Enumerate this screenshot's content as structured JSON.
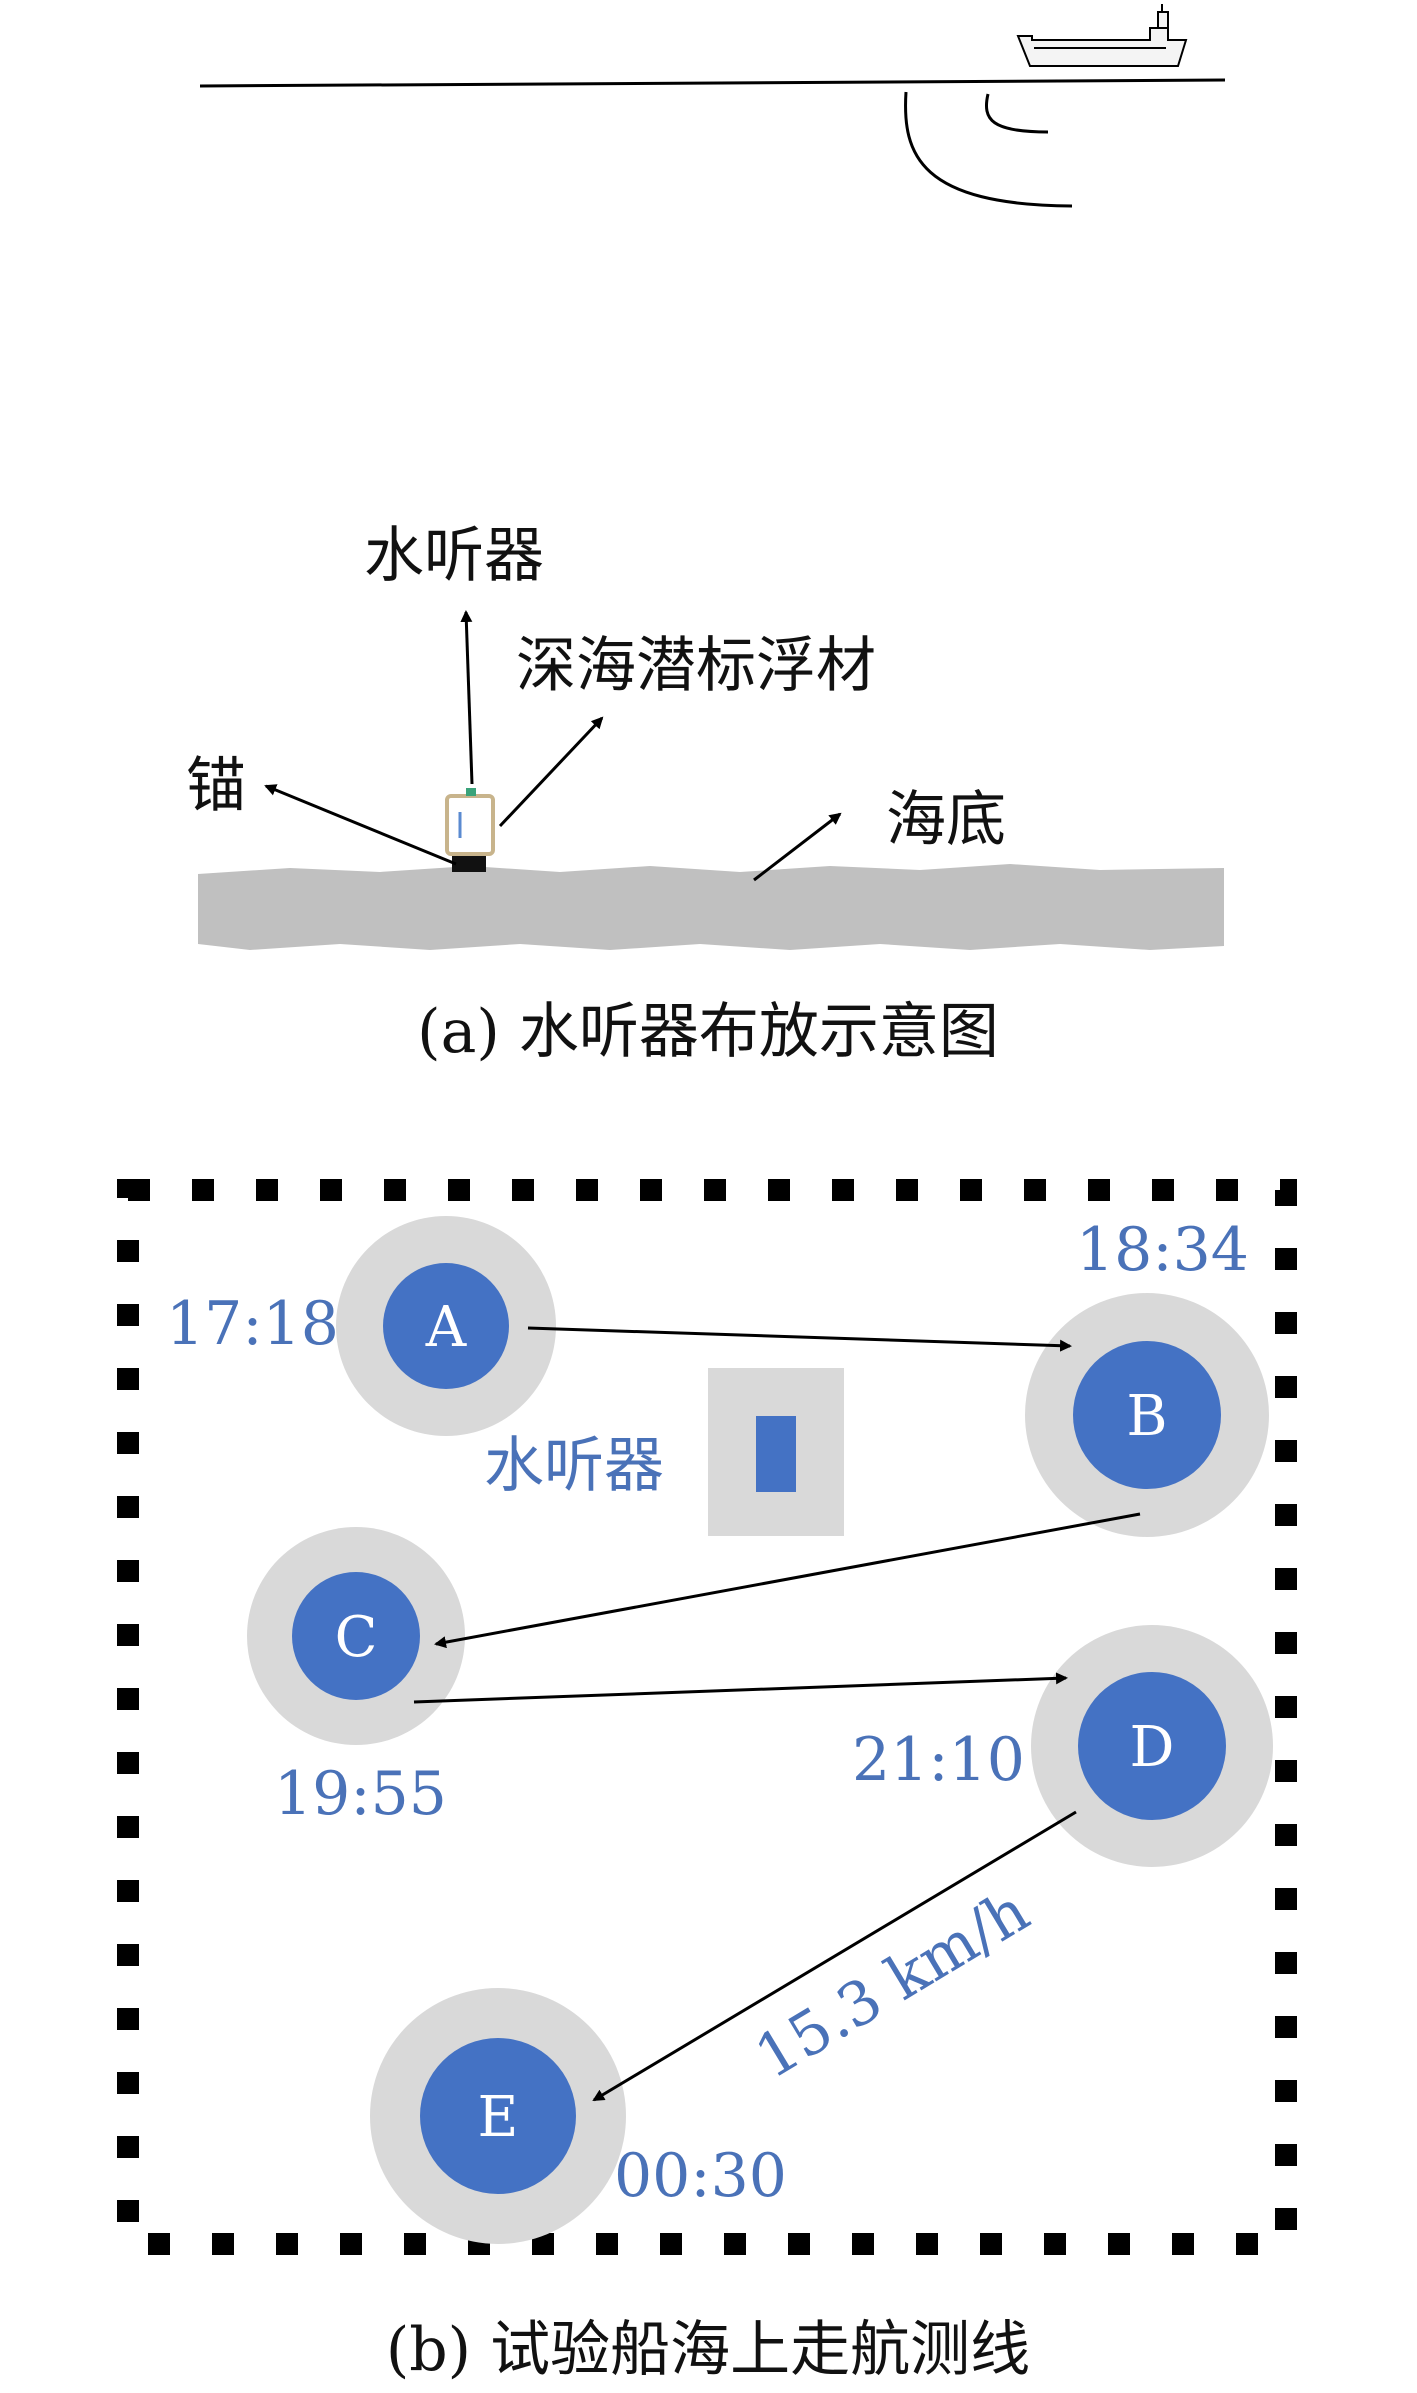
{
  "colors": {
    "accent_blue": "#4472c4",
    "label_blue": "#4a72b8",
    "halo_gray": "#d9d9d9",
    "seabed_gray": "#c0c0c0",
    "line_black": "#000000"
  },
  "panel_a": {
    "caption": "(a) 水听器布放示意图",
    "labels": {
      "hydrophone": "水听器",
      "float": "深海潜标浮材",
      "anchor": "锚",
      "seabed": "海底"
    },
    "icons": [
      "ship-icon",
      "sound-wave-icon",
      "hydrophone-float-icon",
      "anchor-block-icon",
      "seabed-icon"
    ]
  },
  "panel_b": {
    "caption": "(b) 试验船海上走航测线",
    "hydrophone_label": "水听器",
    "speed_label": "15.3 km/h",
    "stations": [
      {
        "id": "A",
        "time": "17:18"
      },
      {
        "id": "B",
        "time": "18:34"
      },
      {
        "id": "C",
        "time": "19:55"
      },
      {
        "id": "D",
        "time": "21:10"
      },
      {
        "id": "E",
        "time": "00:30"
      }
    ],
    "route": [
      "A",
      "B",
      "C",
      "D",
      "E"
    ]
  }
}
